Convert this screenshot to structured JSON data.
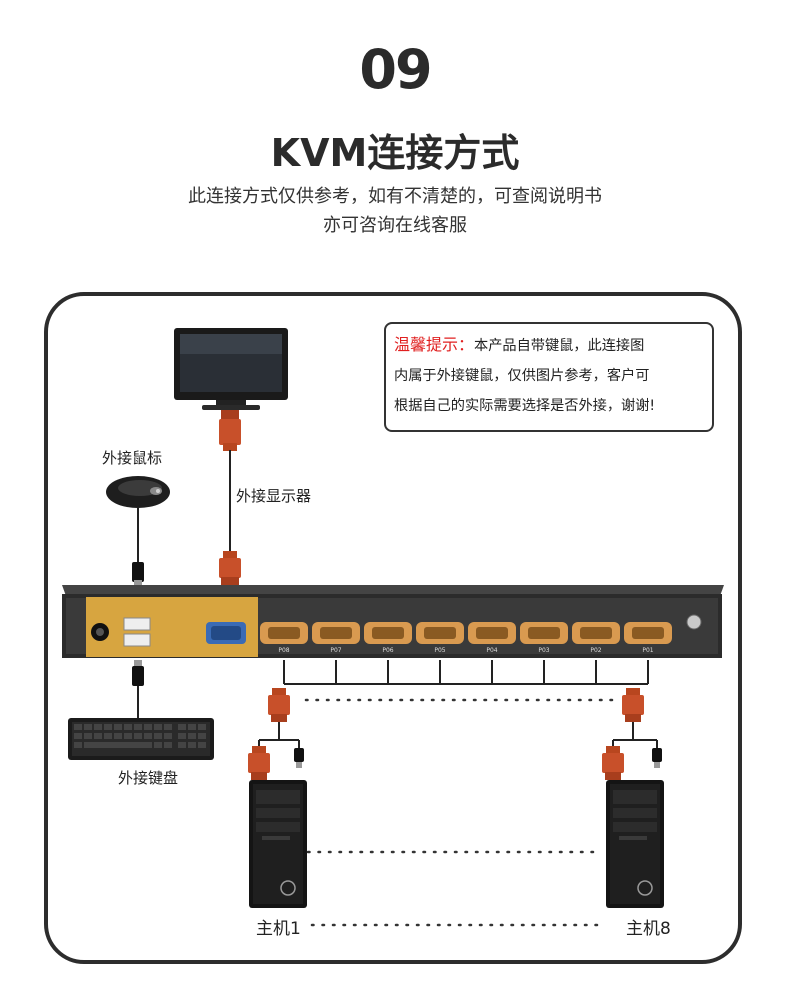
{
  "header": {
    "step_number": "09",
    "title": "KVM连接方式",
    "subtitle_line1": "此连接方式仅供参考，如有不清楚的，可查阅说明书",
    "subtitle_line2": "亦可咨询在线客服"
  },
  "tip": {
    "label": "温馨提示：",
    "line1": "本产品自带键鼠，此连接图",
    "line2": "内属于外接键鼠，仅供图片参考，客户可",
    "line3": "根据自己的实际需要选择是否外接，谢谢!"
  },
  "labels": {
    "mouse": "外接鼠标",
    "monitor": "外接显示器",
    "keyboard": "外接键盘",
    "host_first": "主机1",
    "host_last": "主机8"
  },
  "kvm": {
    "port_labels": [
      "P08",
      "P07",
      "P06",
      "P05",
      "P04",
      "P03",
      "P02",
      "P01"
    ]
  },
  "colors": {
    "accent_red": "#e02020",
    "connector": "#c8502a",
    "panel_gold": "#d7a540",
    "port_gold": "#d99a50",
    "frame": "#2d2d2d"
  }
}
